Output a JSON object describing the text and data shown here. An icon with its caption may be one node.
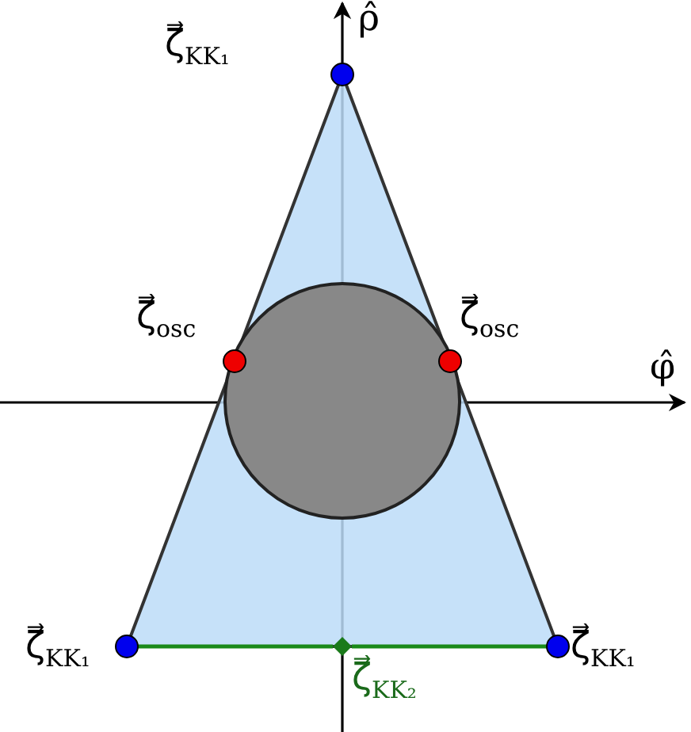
{
  "diagram": {
    "nodes": [
      {
        "text": [],
        "shape": "circle"
      },
      {
        "text": [],
        "shape": "circle"
      },
      {
        "text": [],
        "shape": "circle"
      },
      {
        "text": [],
        "shape": "circle"
      },
      {
        "text": [],
        "shape": "diamond"
      },
      {
        "text": [],
        "shape": "circle"
      }
    ],
    "edges": [
      {
        "from": 3,
        "to": 4,
        "arrow": "none"
      },
      {
        "from": 4,
        "to": 5,
        "arrow": "none"
      }
    ],
    "labels": [
      "ρ̂",
      "ζ⃗$_{KK₁}$",
      "ζ⃗$_{osc}$",
      "ζ⃗$_{osc}$",
      "φ̂",
      "ζ⃗$_{KK₁}$",
      "ζ⃗$_{KK₂}$",
      "ζ⃗$_{KK₁}$"
    ]
  }
}
